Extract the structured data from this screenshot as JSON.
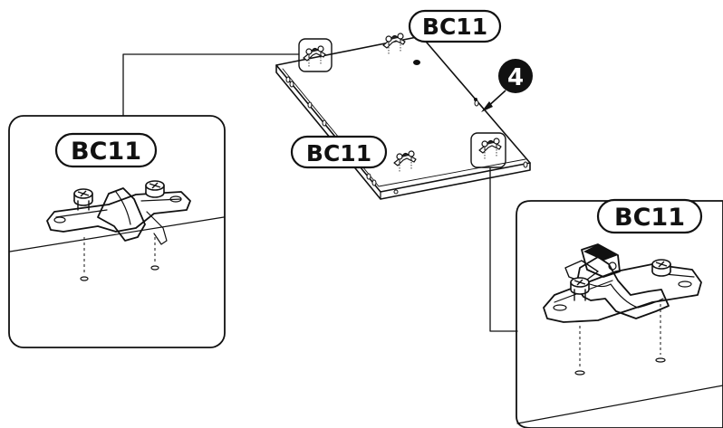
{
  "diagram": {
    "step_number": "4",
    "callouts": [
      {
        "id": "top-right",
        "label": "BC11"
      },
      {
        "id": "center-left",
        "label": "BC11"
      },
      {
        "id": "detail-left",
        "label": "BC11"
      },
      {
        "id": "detail-right",
        "label": "BC11"
      }
    ]
  }
}
